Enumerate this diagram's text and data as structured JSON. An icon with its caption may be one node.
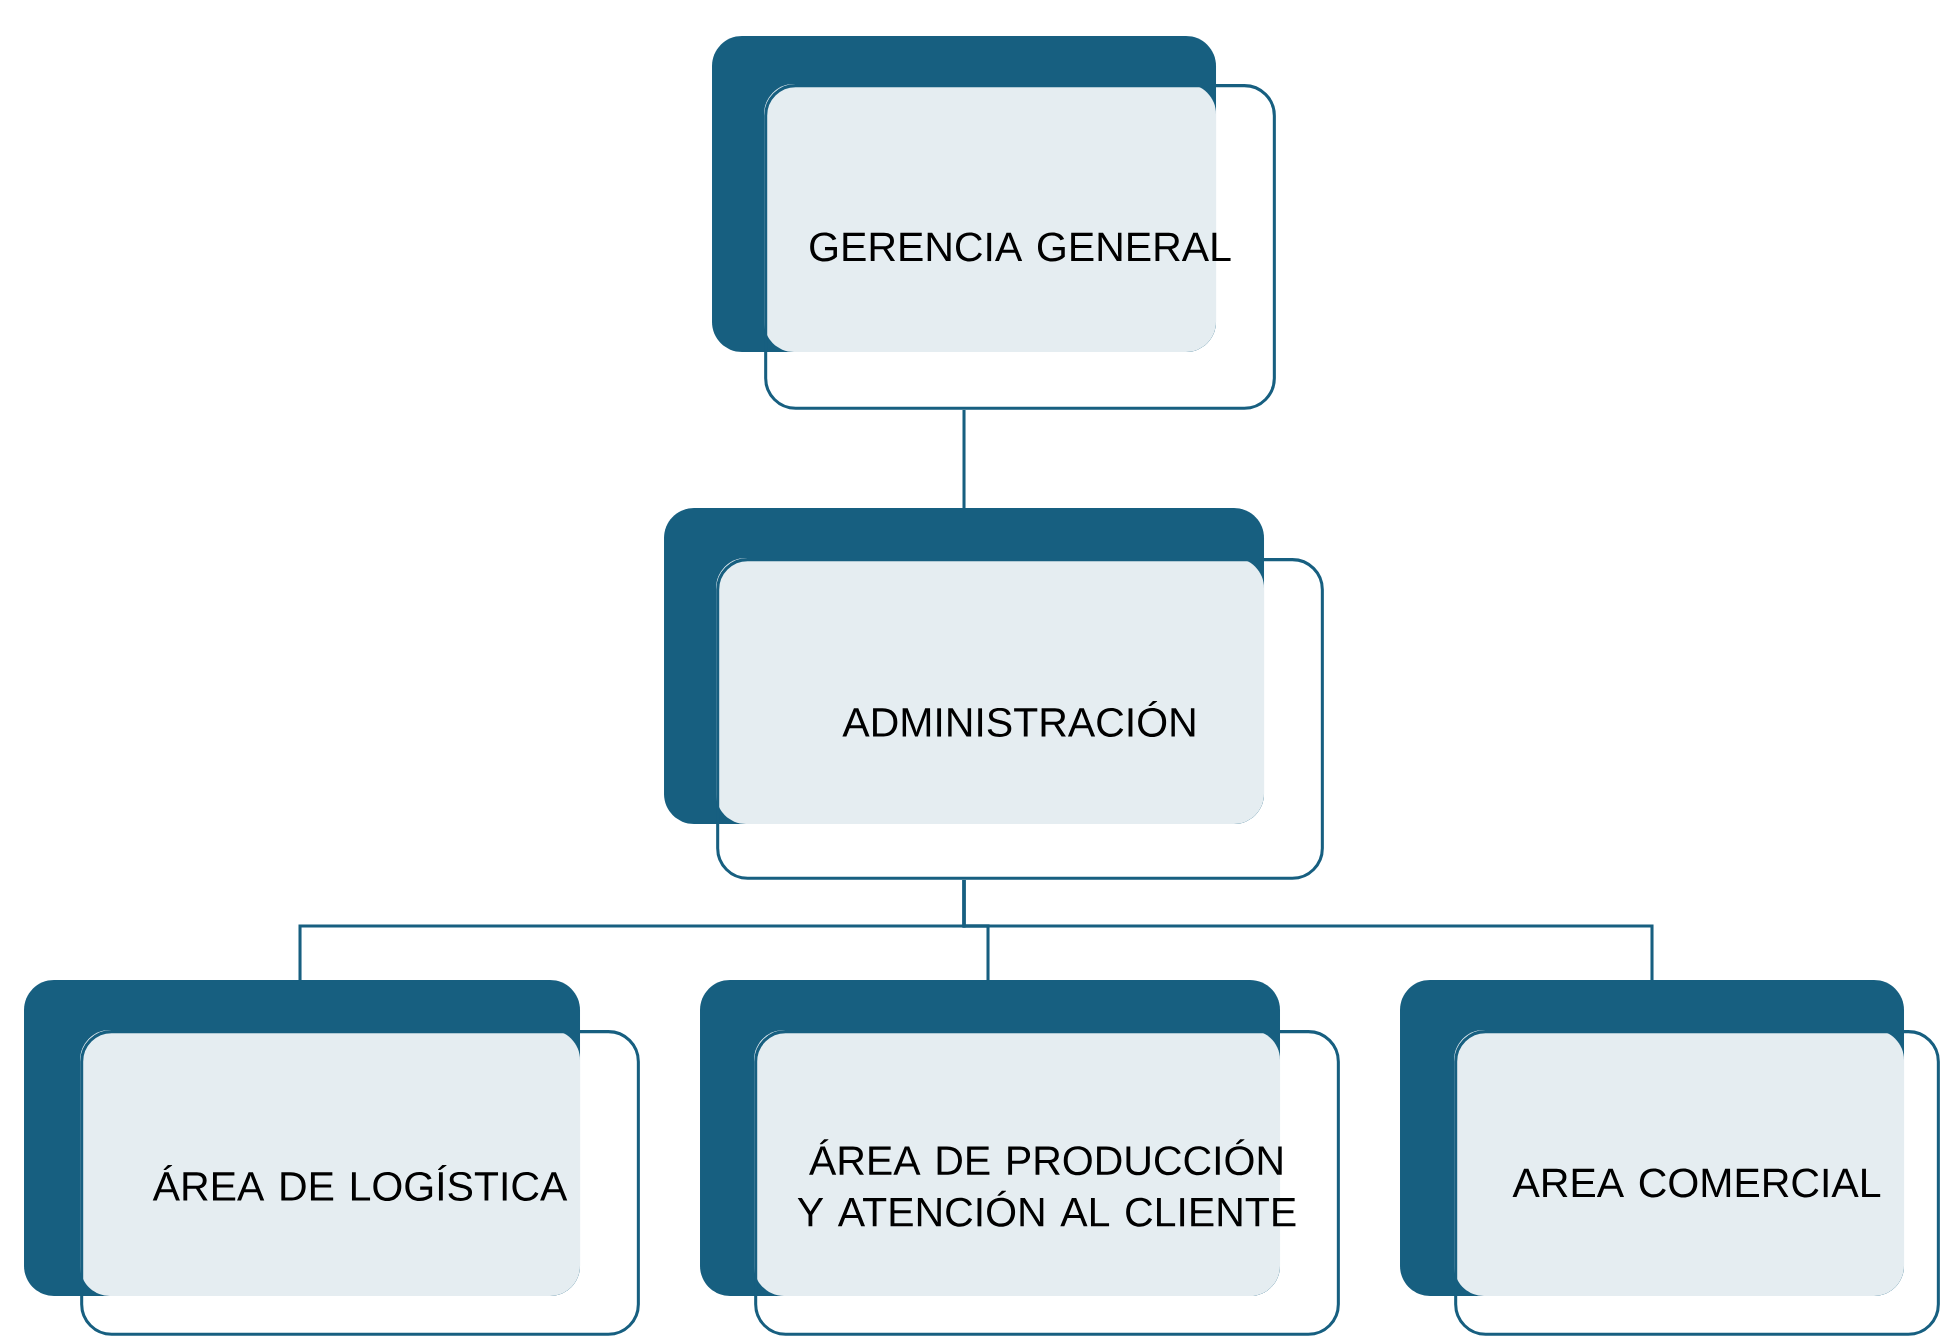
{
  "diagram": {
    "nodes": [
      {
        "text": [
          "GERENCIA GENERAL"
        ]
      },
      {
        "text": [
          "ADMINISTRACIÓN"
        ]
      },
      {
        "text": [
          "ÁREA DE  LOGÍSTICA"
        ]
      },
      {
        "text": [
          "ÁREA DE PRODUCCIÓN Y ATENCIÓN AL CLIENTE"
        ]
      },
      {
        "text": [
          "AREA COMERCIAL"
        ]
      }
    ],
    "edges": [
      {
        "from": 0,
        "to": 1,
        "arrow": "none"
      },
      {
        "from": 1,
        "to": 2,
        "arrow": "none"
      },
      {
        "from": 1,
        "to": 3,
        "arrow": "none"
      },
      {
        "from": 1,
        "to": 4,
        "arrow": "none"
      }
    ]
  }
}
